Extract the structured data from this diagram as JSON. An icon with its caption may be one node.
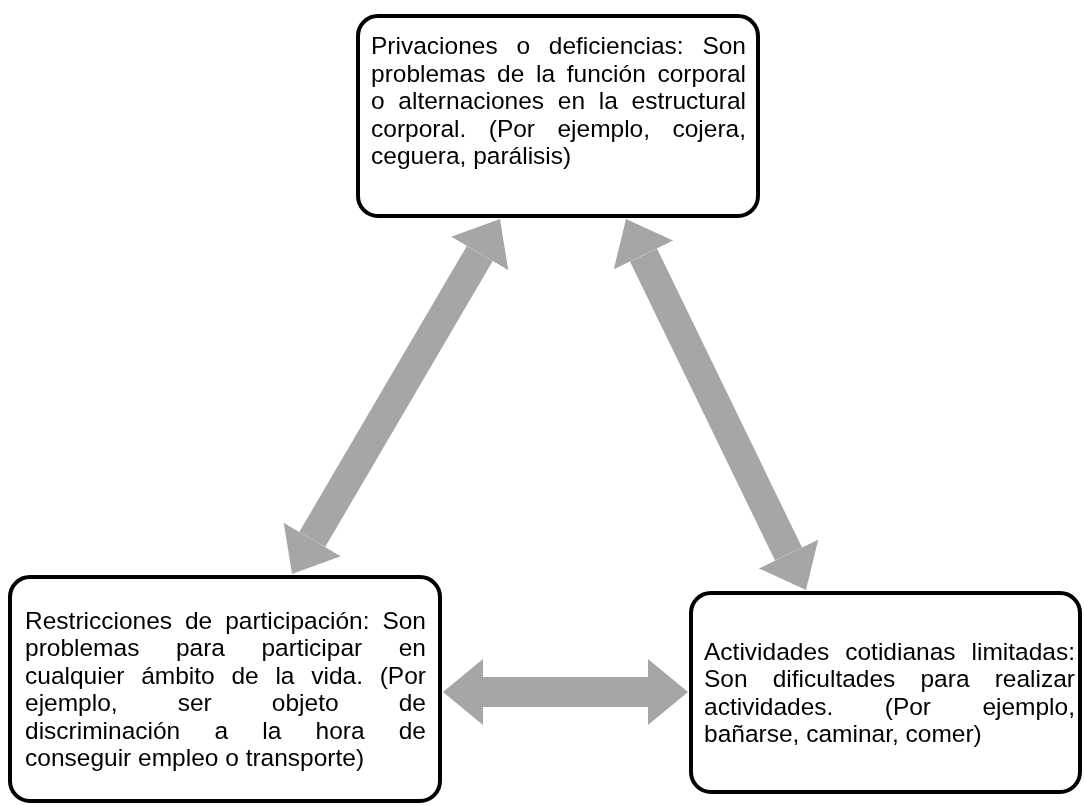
{
  "diagram": {
    "nodes": [
      {
        "text": [
          "Privaciones o deficiencias: Son problemas de la función corporal o alternaciones en la estructural corporal. (Por ejemplo, cojera, ceguera, parálisis)"
        ]
      },
      {
        "text": [
          "Actividades cotidianas limitadas: Son dificultades para realizar actividades. (Por ejemplo, bañarse, caminar, comer)"
        ]
      },
      {
        "text": [
          "Restricciones de participación: Son problemas para participar en cualquier ámbito de la vida. (Por ejemplo, ser objeto de discriminación a la hora de conseguir empleo o transporte)"
        ]
      }
    ],
    "edges": [
      {
        "from": 0,
        "to": 1,
        "arrow": "both"
      },
      {
        "from": 0,
        "to": 2,
        "arrow": "both"
      },
      {
        "from": 2,
        "to": 1,
        "arrow": "both"
      }
    ]
  }
}
